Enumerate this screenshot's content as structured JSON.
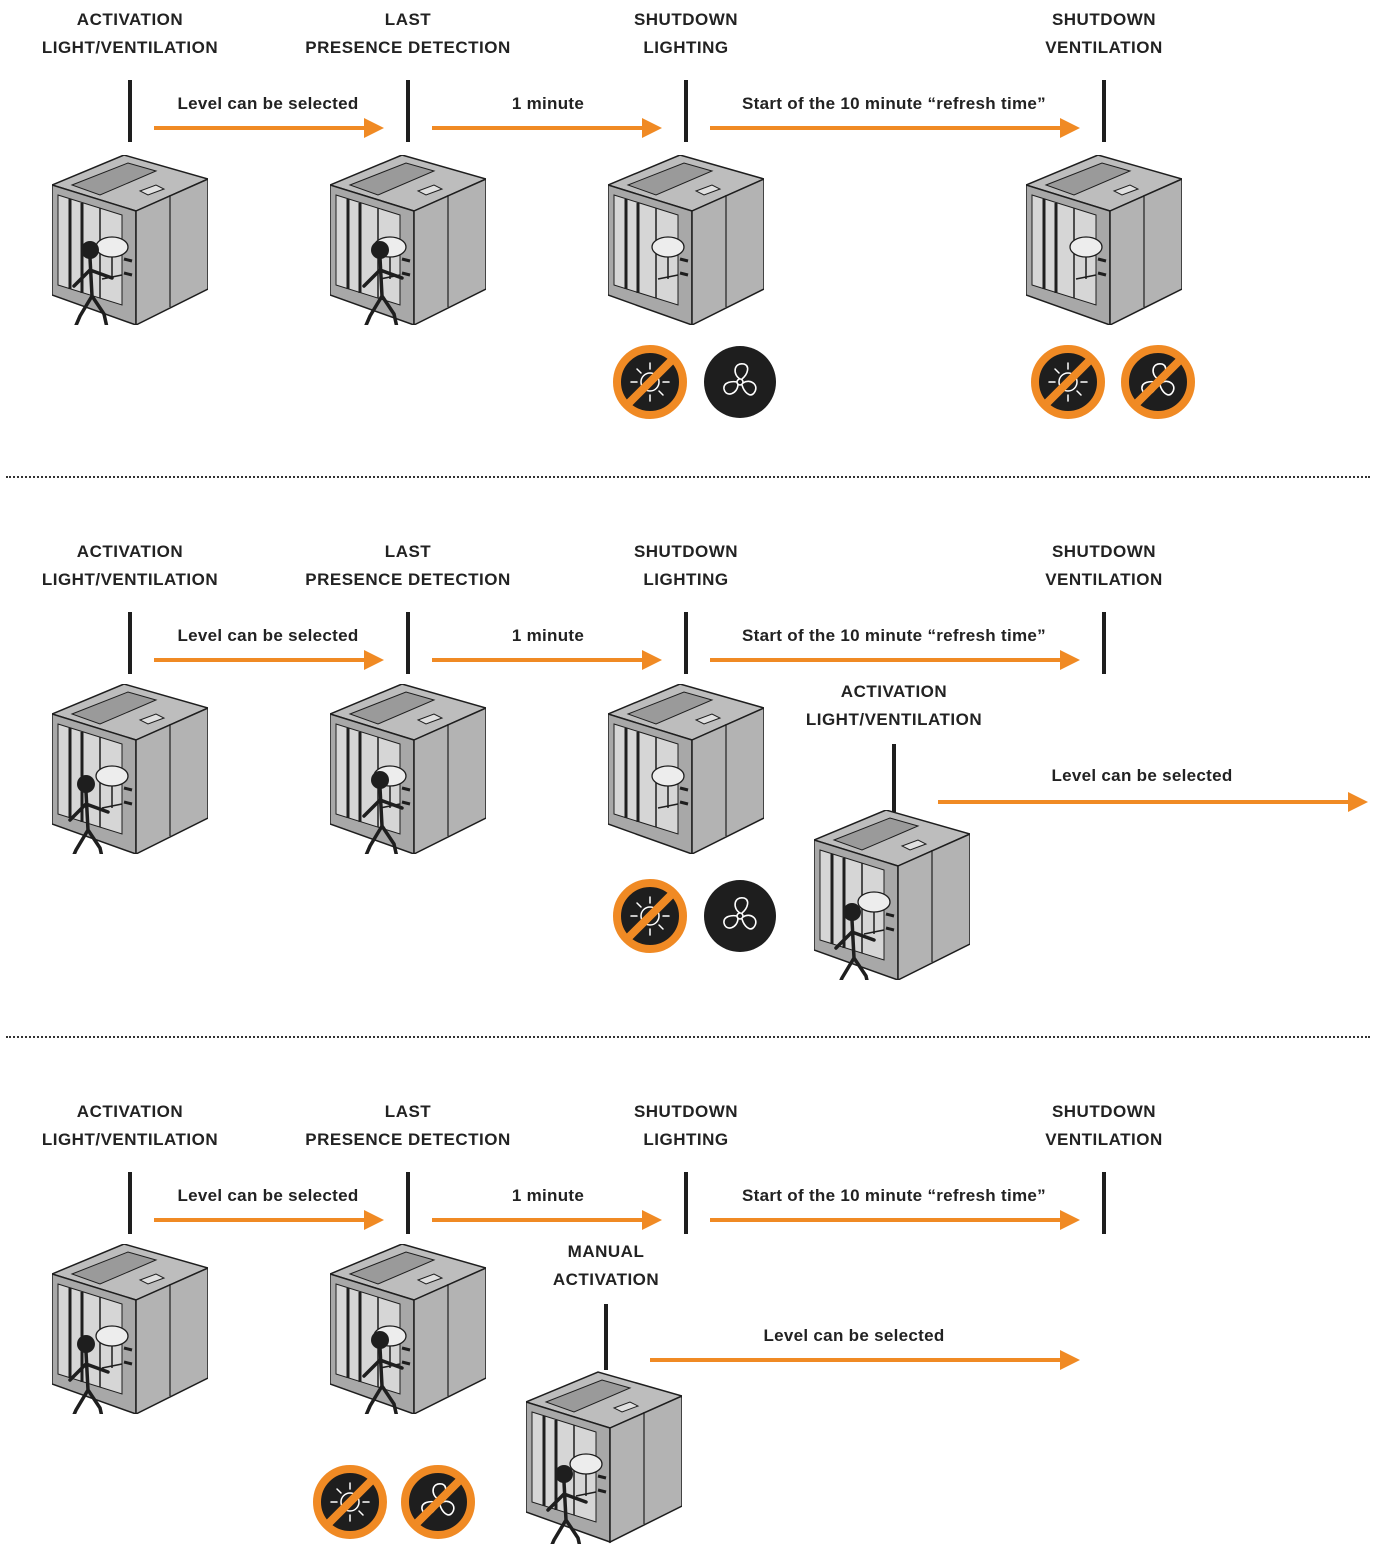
{
  "labels": {
    "activation": [
      "ACTIVATION",
      "LIGHT/VENTILATION"
    ],
    "last_presence": [
      "LAST",
      "PRESENCE DETECTION"
    ],
    "shutdown_lighting": [
      "SHUTDOWN",
      "LIGHTING"
    ],
    "shutdown_ventilation": [
      "SHUTDOWN",
      "VENTILATION"
    ],
    "manual_activation": [
      "MANUAL",
      "ACTIVATION"
    ],
    "level_selected": "Level can be selected",
    "one_minute": "1 minute",
    "refresh": "Start of the 10 minute “refresh time”"
  },
  "colors": {
    "accent": "#f08a24",
    "dark": "#1e1e1e",
    "booth": "#a9a9a9"
  },
  "icons": [
    "sun-icon",
    "fan-icon",
    "booth-icon",
    "person-icon"
  ]
}
